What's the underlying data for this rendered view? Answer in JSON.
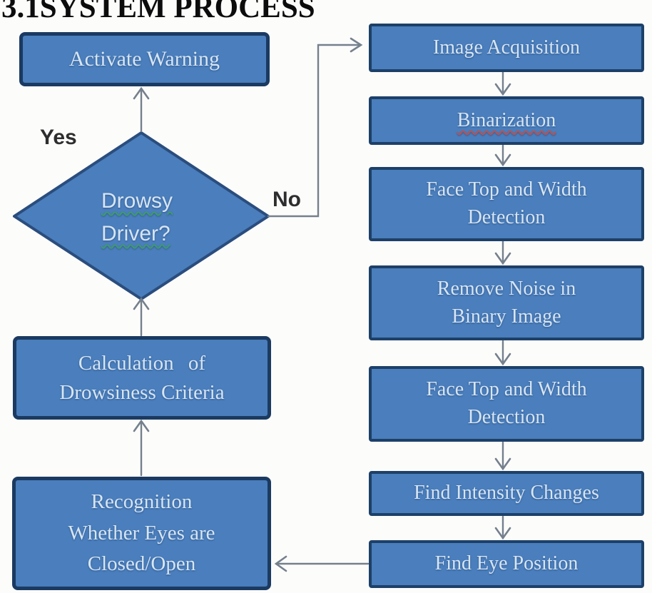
{
  "title": "3.1SYSTEM PROCESS",
  "labels": {
    "yes": "Yes",
    "no": "No"
  },
  "nodes": {
    "activate_warning": {
      "label": "Activate Warning"
    },
    "decision": {
      "lines": [
        "Drowsy",
        "Driver?"
      ]
    },
    "calculation": {
      "lines": [
        "Calculation of",
        "Drowsiness Criteria"
      ]
    },
    "recognition": {
      "lines": [
        "Recognition",
        "Whether Eyes are",
        "Closed/Open"
      ]
    },
    "image_acquisition": {
      "label": "Image Acquisition"
    },
    "binarization": {
      "label": "Binarization"
    },
    "face_top_width_1": {
      "lines": [
        "Face Top and Width",
        "Detection"
      ]
    },
    "remove_noise": {
      "lines": [
        "Remove Noise in",
        "Binary Image"
      ]
    },
    "face_top_width_2": {
      "lines": [
        "Face Top and Width",
        "Detection"
      ]
    },
    "find_intensity": {
      "label": "Find Intensity Changes"
    },
    "find_eye": {
      "label": "Find Eye Position"
    }
  },
  "edges": [
    {
      "from": "Image Acquisition",
      "to": "Binarization"
    },
    {
      "from": "Binarization",
      "to": "Face Top and Width Detection"
    },
    {
      "from": "Face Top and Width Detection",
      "to": "Remove Noise in Binary Image"
    },
    {
      "from": "Remove Noise in Binary Image",
      "to": "Face Top and Width Detection"
    },
    {
      "from": "Face Top and Width Detection",
      "to": "Find Intensity Changes"
    },
    {
      "from": "Find Intensity Changes",
      "to": "Find Eye Position"
    },
    {
      "from": "Find Eye Position",
      "to": "Recognition Whether Eyes are Closed/Open"
    },
    {
      "from": "Recognition Whether Eyes are Closed/Open",
      "to": "Calculation of Drowsiness Criteria"
    },
    {
      "from": "Calculation of Drowsiness Criteria",
      "to": "Drowsy Driver?"
    },
    {
      "from": "Drowsy Driver?",
      "to": "Activate Warning",
      "label": "Yes"
    },
    {
      "from": "Drowsy Driver?",
      "to": "Image Acquisition",
      "label": "No"
    }
  ],
  "colors": {
    "box_fill": "#4a7ebc",
    "box_border": "#1d4068",
    "box_text": "#d7e5f4",
    "connector": "#75808d",
    "spell_underline": "#c0504d",
    "grammar_underline": "#3f9b6e",
    "title_text": "#0c0c0c",
    "background": "#fcfcfb"
  }
}
